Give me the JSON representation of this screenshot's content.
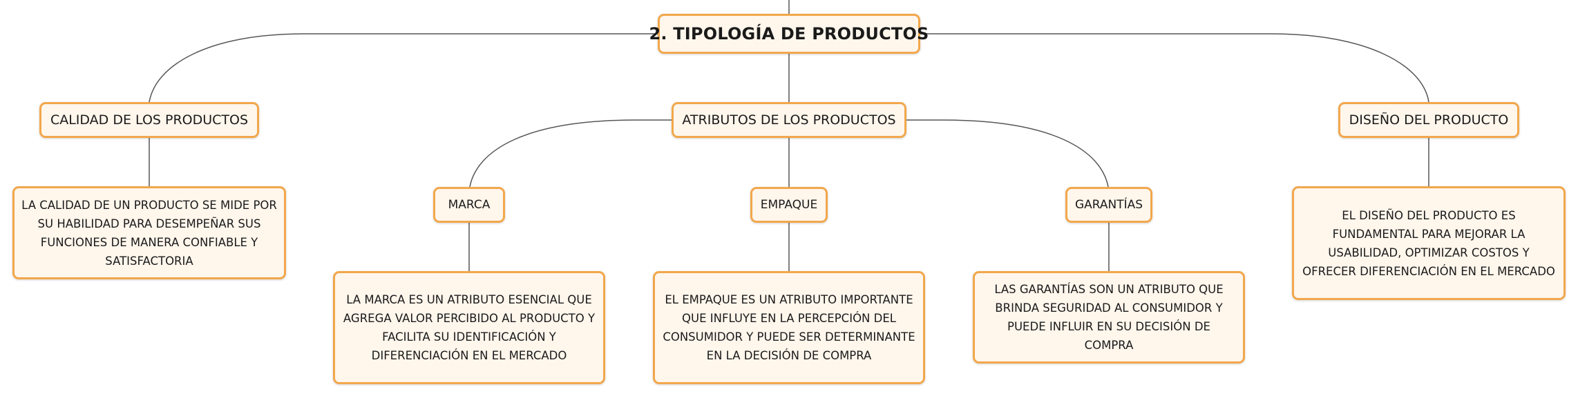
{
  "diagram": {
    "root": {
      "label": "2. TIPOLOGÍA DE PRODUCTOS"
    },
    "branches": {
      "calidad": {
        "label": "CALIDAD DE LOS PRODUCTOS",
        "description": "LA CALIDAD DE UN PRODUCTO SE MIDE POR SU HABILIDAD PARA DESEMPEÑAR SUS FUNCIONES DE MANERA CONFIABLE Y SATISFACTORIA"
      },
      "atributos": {
        "label": "ATRIBUTOS DE LOS PRODUCTOS",
        "children": {
          "marca": {
            "label": "MARCA",
            "description": "LA MARCA ES UN ATRIBUTO ESENCIAL QUE AGREGA VALOR PERCIBIDO AL PRODUCTO Y FACILITA SU IDENTIFICACIÓN Y DIFERENCIACIÓN EN EL MERCADO"
          },
          "empaque": {
            "label": "EMPAQUE",
            "description": "EL EMPAQUE ES UN ATRIBUTO IMPORTANTE QUE INFLUYE EN LA PERCEPCIÓN DEL CONSUMIDOR Y PUEDE SER DETERMINANTE EN LA DECISIÓN DE COMPRA"
          },
          "garantias": {
            "label": "GARANTÍAS",
            "description": "LAS GARANTÍAS SON UN ATRIBUTO QUE BRINDA SEGURIDAD AL CONSUMIDOR Y PUEDE INFLUIR EN SU DECISIÓN DE COMPRA"
          }
        }
      },
      "diseno": {
        "label": "DISEÑO DEL PRODUCTO",
        "description": "EL DISEÑO DEL PRODUCTO ES FUNDAMENTAL PARA MEJORAR LA USABILIDAD, OPTIMIZAR COSTOS Y OFRECER DIFERENCIACIÓN EN EL MERCADO"
      }
    }
  },
  "colors": {
    "node_border": "#f2a74b",
    "node_fill": "#fff6ec",
    "connector": "#555555",
    "text": "#1a1a1a"
  }
}
